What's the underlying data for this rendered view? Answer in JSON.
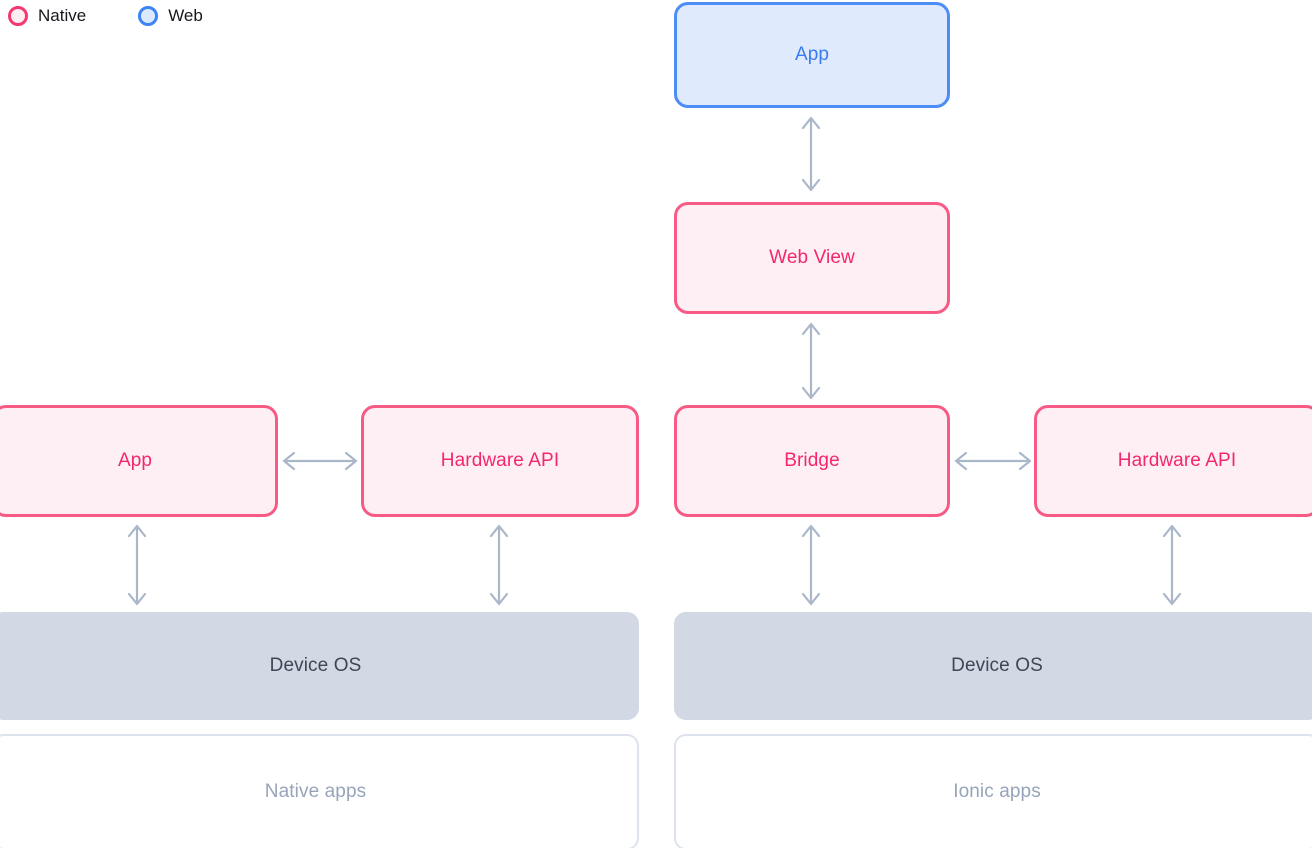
{
  "legend": {
    "items": [
      {
        "label": "Native",
        "icon": "circle-outline-icon",
        "color": "#f8376e",
        "fill": "#fdeef3"
      },
      {
        "label": "Web",
        "icon": "circle-outline-icon",
        "color": "#3d83f5",
        "fill": "#dbe9fd"
      }
    ]
  },
  "colors": {
    "native_border": "#f75a84",
    "native_fill": "#fdeff3",
    "native_text": "#f4276b",
    "web_border": "#4d8df6",
    "web_fill": "#dfebfd",
    "web_text": "#3a7bf0",
    "os_fill": "#d2d9e4",
    "os_text": "#3f4654",
    "apps_border": "#dde3ec",
    "apps_text": "#97a4ba",
    "arrow": "#aab7c9",
    "background": "#ffffff"
  },
  "diagram": {
    "columns": [
      {
        "name": "native-stack",
        "caption": "Native apps",
        "os_label": "Device OS",
        "nodes": [
          {
            "id": "native-app",
            "label": "App",
            "kind": "native"
          },
          {
            "id": "native-hardware-api",
            "label": "Hardware API",
            "kind": "native"
          }
        ]
      },
      {
        "name": "ionic-stack",
        "caption": "Ionic apps",
        "os_label": "Device OS",
        "nodes": [
          {
            "id": "ionic-app",
            "label": "App",
            "kind": "web"
          },
          {
            "id": "ionic-web-view",
            "label": "Web View",
            "kind": "native"
          },
          {
            "id": "ionic-bridge",
            "label": "Bridge",
            "kind": "native"
          },
          {
            "id": "ionic-hardware-api",
            "label": "Hardware API",
            "kind": "native"
          }
        ]
      }
    ],
    "connections": [
      {
        "from": "ionic-app",
        "to": "ionic-web-view",
        "style": "double-headed-vertical"
      },
      {
        "from": "ionic-web-view",
        "to": "ionic-bridge",
        "style": "double-headed-vertical"
      },
      {
        "from": "native-app",
        "to": "native-hardware-api",
        "style": "double-headed-horizontal"
      },
      {
        "from": "ionic-bridge",
        "to": "ionic-hardware-api",
        "style": "double-headed-horizontal"
      },
      {
        "from": "native-app",
        "to": "native-device-os",
        "style": "double-headed-vertical"
      },
      {
        "from": "native-hardware-api",
        "to": "native-device-os",
        "style": "double-headed-vertical"
      },
      {
        "from": "ionic-bridge",
        "to": "ionic-device-os",
        "style": "double-headed-vertical"
      },
      {
        "from": "ionic-hardware-api",
        "to": "ionic-device-os",
        "style": "double-headed-vertical"
      }
    ]
  }
}
